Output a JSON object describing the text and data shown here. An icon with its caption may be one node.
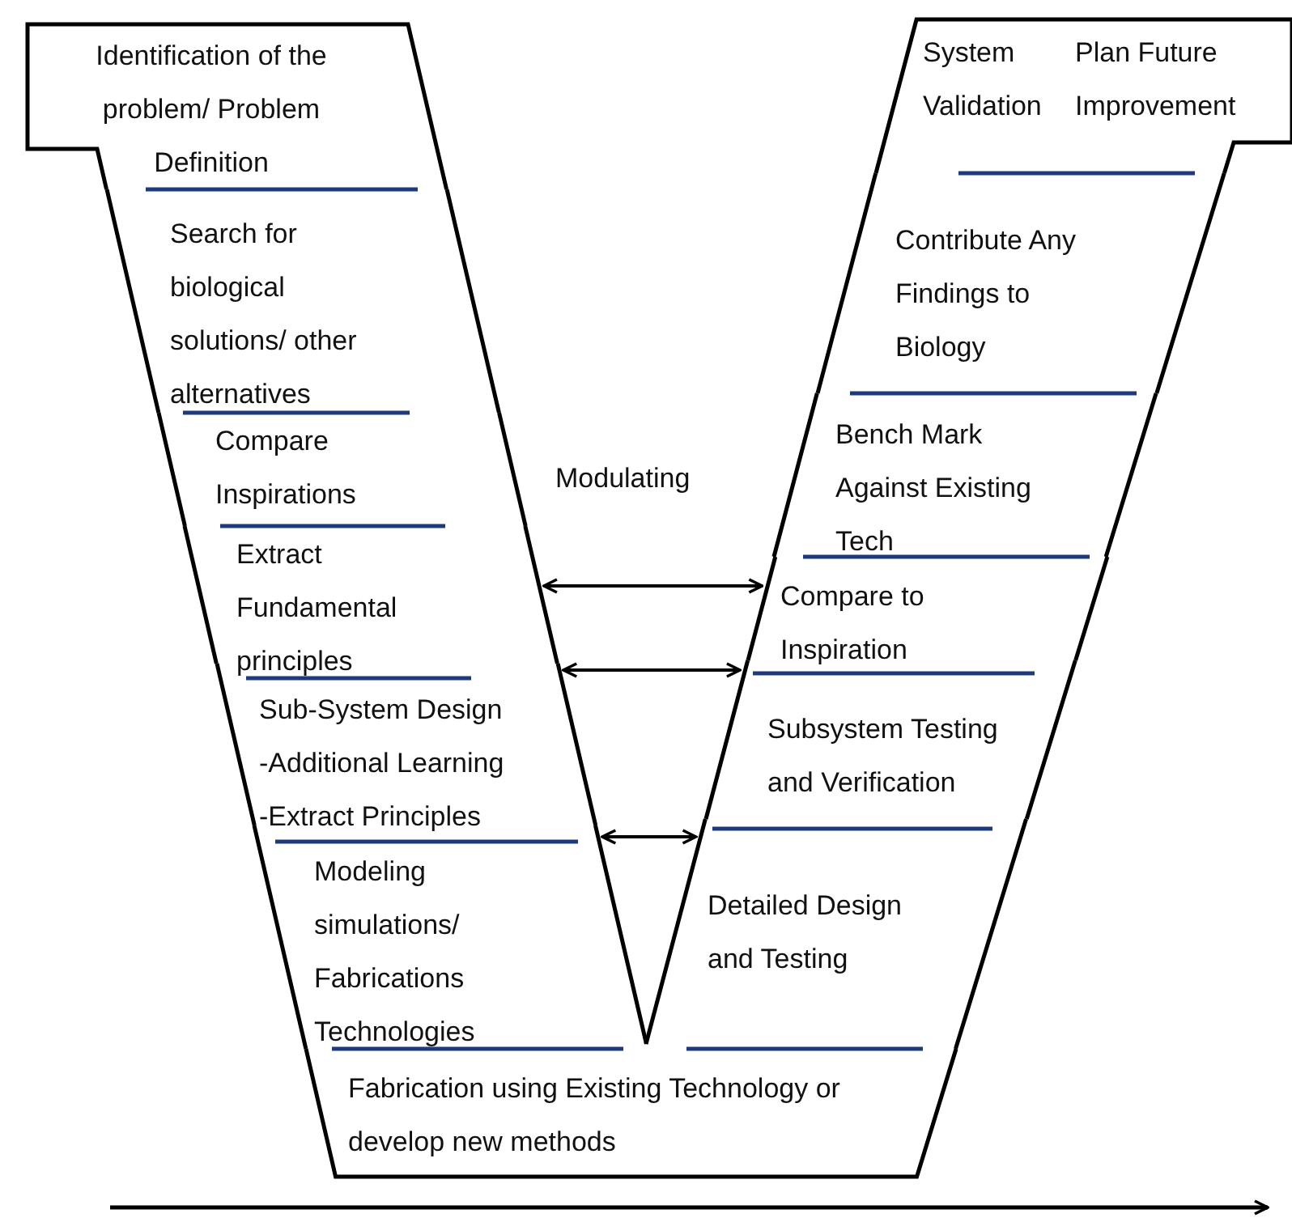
{
  "diagram": {
    "nodes": [
      {
        "text": [
          "Identification of the problem/ Problem Definition"
        ]
      },
      {
        "text": [
          "Search for biological solutions/ other alternatives"
        ]
      },
      {
        "text": [
          "Compare Inspirations"
        ]
      },
      {
        "text": [
          "Extract Fundamental principles"
        ]
      },
      {
        "text": [
          "Sub-System Design -Additional Learning -Extract Principles"
        ]
      },
      {
        "text": [
          "Modeling simulations/ Fabrications Technologies"
        ]
      },
      {
        "text": [
          "Fabrication using Existing Technology or develop new methods"
        ]
      },
      {
        "text": [
          "Detailed Design and Testing"
        ]
      },
      {
        "text": [
          "Subsystem Testing and Verification"
        ]
      },
      {
        "text": [
          "Compare to Inspiration"
        ]
      },
      {
        "text": [
          "Bench Mark Against Existing Tech"
        ]
      },
      {
        "text": [
          "Contribute Any Findings to Biology"
        ]
      },
      {
        "text": [
          "System Validation"
        ]
      },
      {
        "text": [
          "Plan Future Improvement"
        ]
      }
    ],
    "edges": [
      {
        "from": 3,
        "to": 9,
        "arrow": "both"
      },
      {
        "from": 4,
        "to": 8,
        "arrow": "both"
      },
      {
        "from": 5,
        "to": 7,
        "arrow": "both"
      }
    ],
    "labels": [
      "Modulating"
    ]
  }
}
